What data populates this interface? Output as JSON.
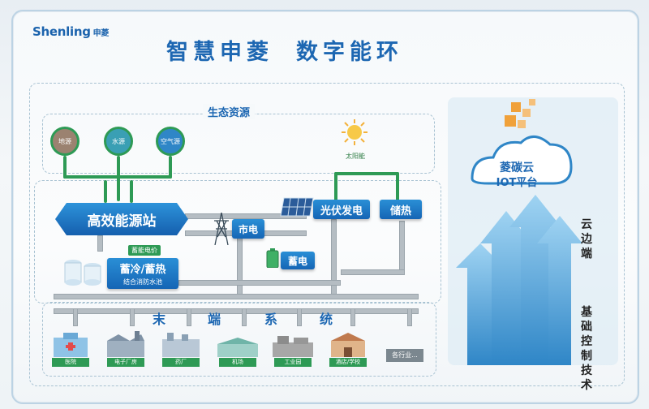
{
  "brand": {
    "name": "Shenling",
    "name_cn": "申菱"
  },
  "title": {
    "part1": "智慧申菱",
    "part2": "数字能环"
  },
  "sections": {
    "resources": "生态资源",
    "terminal": [
      "末",
      "端",
      "系",
      "统"
    ]
  },
  "resources": [
    {
      "label": "地源",
      "icon": "earth-icon",
      "color": "#9b8270"
    },
    {
      "label": "水源",
      "icon": "water-icon",
      "color": "#3a9fb4"
    },
    {
      "label": "空气源",
      "icon": "air-icon",
      "color": "#2f86c7"
    }
  ],
  "solar": {
    "label": "太阳能"
  },
  "nodes": {
    "station": "高效能源站",
    "grid": "市电",
    "pv": "光伏发电",
    "heat": "储热",
    "battery": "蓄电",
    "cold_storage": "蓄冷/蓄热",
    "cold_storage_sub": "结合消防水池",
    "price_tag": "蓄能电价"
  },
  "terminals": [
    {
      "label": "医院"
    },
    {
      "label": "电子厂房"
    },
    {
      "label": "药厂"
    },
    {
      "label": "机场"
    },
    {
      "label": "工业园"
    },
    {
      "label": "酒店/学校"
    },
    {
      "label": "各行业..."
    }
  ],
  "cloud": {
    "line1": "菱碳云",
    "line2": "IOT平台"
  },
  "side": {
    "edge": "云边端",
    "control": "基础控制技术"
  },
  "colors": {
    "brand_blue": "#1d67b2",
    "green": "#2e9a55",
    "pipe_gray": "#b5bdc3"
  }
}
